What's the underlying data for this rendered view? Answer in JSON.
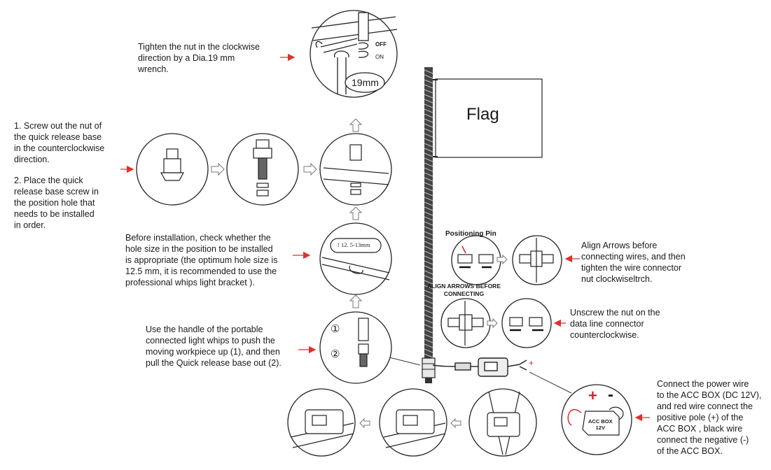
{
  "texts": {
    "tighten": "Tighten the nut in the clockwise\ndirection by a Dia.19 mm\nwrench.",
    "screw_out": "1. Screw out the nut of\nthe quick release base\nin the counterclockwise\ndirection.",
    "place": "2. Place the quick\nrelease base screw in\nthe position hole that\nneeds to be installed\nin order.",
    "before_install": "Before installation, check whether the\nhole size in the position to be installed\nis appropriate (the optimum hole size is\n12.5 mm, it is recommended to use the\nprofessional whips light bracket ).",
    "use_handle": "Use the handle of the portable\nconnected light whips to push the\nmoving workpiece up (1), and then\npull the Quick release base out (2).",
    "align_arrows": "Align Arrows before\nconnecting wires, and then\ntighten the wire connector\nnut clockwiseltrch.",
    "unscrew": "Unscrew the nut on the\ndata line connector\ncounterclockwise.",
    "connect_power": "Connect the power wire\nto the ACC BOX (DC 12V),\nand red wire connect the\npositive pole (+) of the\nACC BOX , black wire\nconnect the negative (-)\nof the ACC BOX."
  },
  "labels": {
    "flag": "Flag",
    "off": "OFF",
    "on": "ON",
    "wrench_size": "19mm",
    "hole_size": "! 12. 5-13mm",
    "step1": "①",
    "step2": "②",
    "positioning_pin": "Positioning Pin",
    "align_before": "ALIGN ARROWS BEFORE\nCONNECTING",
    "plus": "+",
    "minus": "-",
    "acc_box": "ACC BOX\n12V"
  },
  "colors": {
    "arrow_red": "#e0312b",
    "line": "#2b2b2b",
    "accent_red": "#d8202a"
  }
}
